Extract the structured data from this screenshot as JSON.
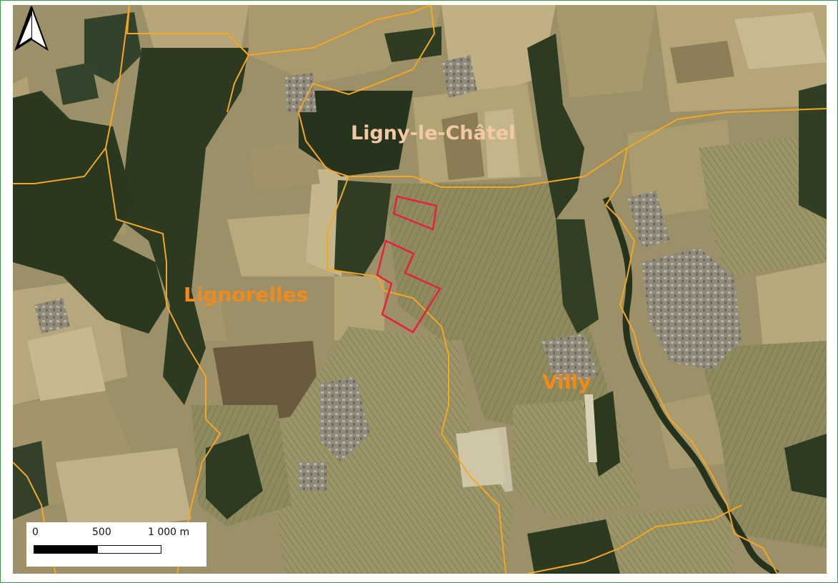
{
  "map": {
    "place_labels": {
      "ligny": "Ligny-le-Châtel",
      "lignorelles": "Lignorelles",
      "villy": "Villy"
    },
    "colors": {
      "commune_boundary": "#f5a623",
      "parcel_outline": "#e8203a",
      "forest": "#2d3a22",
      "farmland": "#a99a6e",
      "vineyard": "#8c8a5c",
      "village": "#9a958a"
    },
    "north_arrow": {
      "icon": "north-arrow-icon"
    },
    "scale_bar": {
      "tick_0": "0",
      "tick_1": "500",
      "tick_2": "1 000 m"
    }
  }
}
